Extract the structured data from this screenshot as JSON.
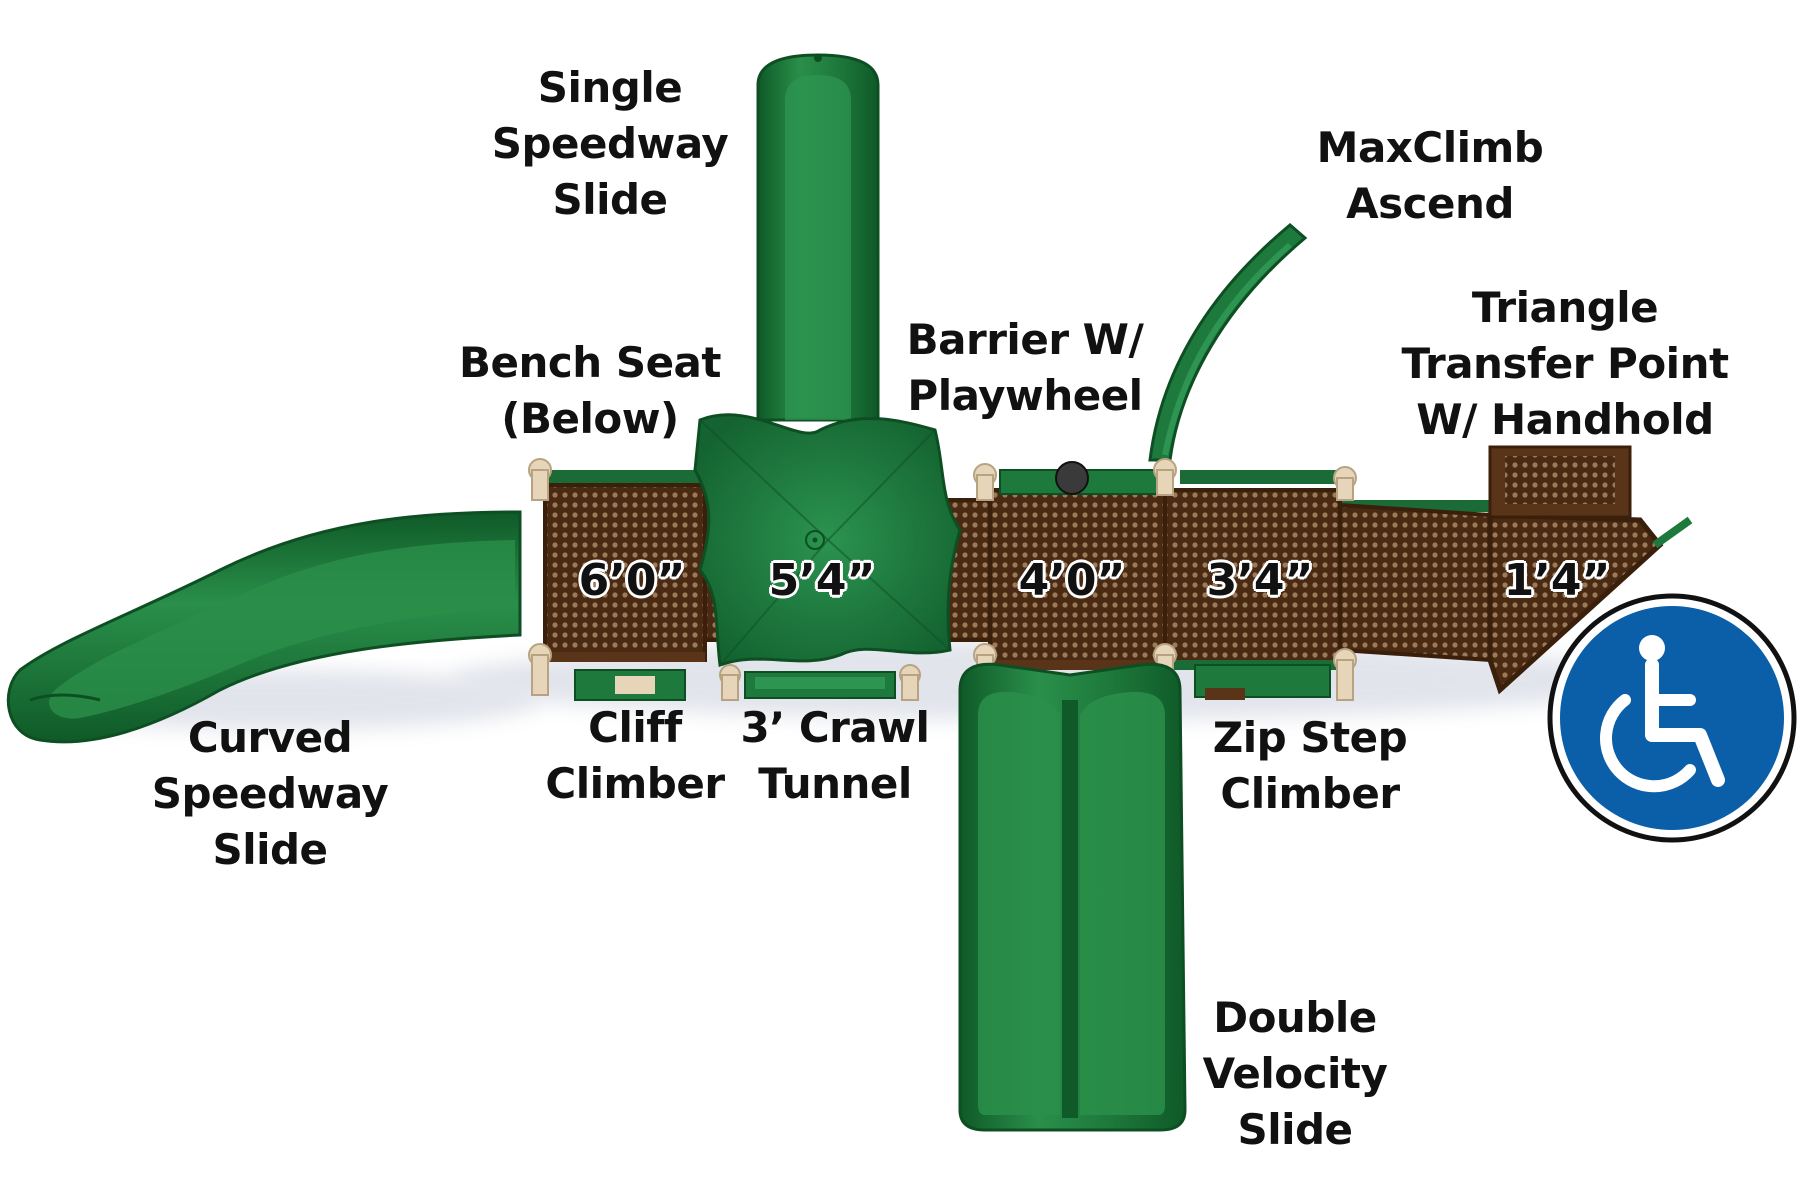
{
  "labels": {
    "single_speedway_slide": "Single\nSpeedway\nSlide",
    "maxclimb_ascend": "MaxClimb\nAscend",
    "barrier_playwheel": "Barrier W/\nPlaywheel",
    "triangle_transfer": "Triangle\nTransfer Point\nW/ Handhold",
    "bench_seat": "Bench Seat\n(Below)",
    "curved_speedway_slide": "Curved\nSpeedway\nSlide",
    "cliff_climber": "Cliff\nClimber",
    "crawl_tunnel": "3’ Crawl\nTunnel",
    "zip_step_climber": "Zip Step\nClimber",
    "double_velocity_slide": "Double\nVelocity\nSlide"
  },
  "deck_heights": [
    "6’0”",
    "5’4”",
    "4’0”",
    "3’4”",
    "1’4”"
  ],
  "colors": {
    "plastic_green": "#1e7a3c",
    "plastic_green_dark": "#0f5a28",
    "deck_brown": "#5a3418",
    "post_tan": "#e6d5b8",
    "accessibility_blue": "#0b5ea8"
  },
  "icons": {
    "accessibility": "wheelchair-accessibility-icon"
  }
}
